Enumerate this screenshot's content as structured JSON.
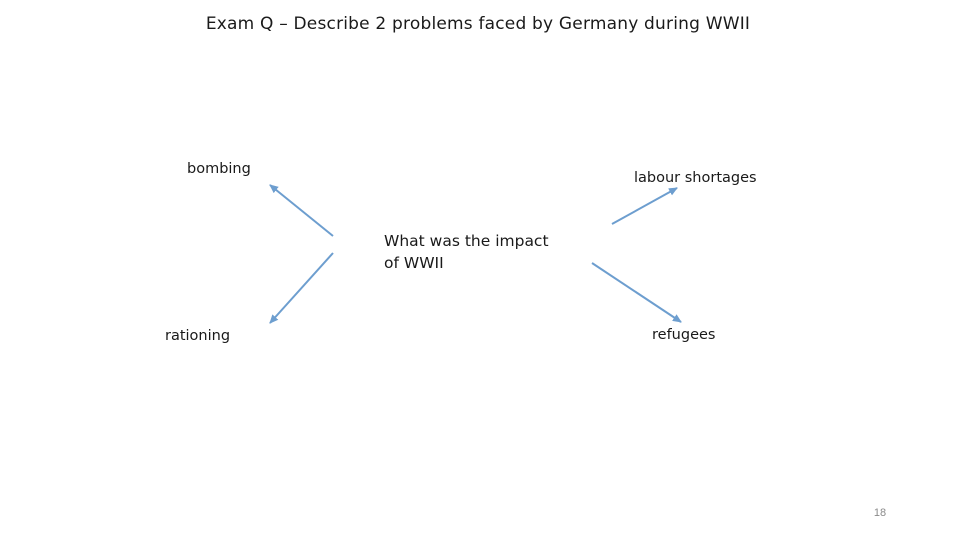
{
  "title": "Exam Q – Describe 2 problems faced by Germany during WWII",
  "center_question": {
    "line1": "What was the impact",
    "line2": "of WWII"
  },
  "nodes": {
    "top_left": "bombing",
    "top_right": "labour shortages",
    "bottom_left": "rationing",
    "bottom_right": "refugees"
  },
  "arrow_color": "#6d9ecf",
  "page_number": "18"
}
